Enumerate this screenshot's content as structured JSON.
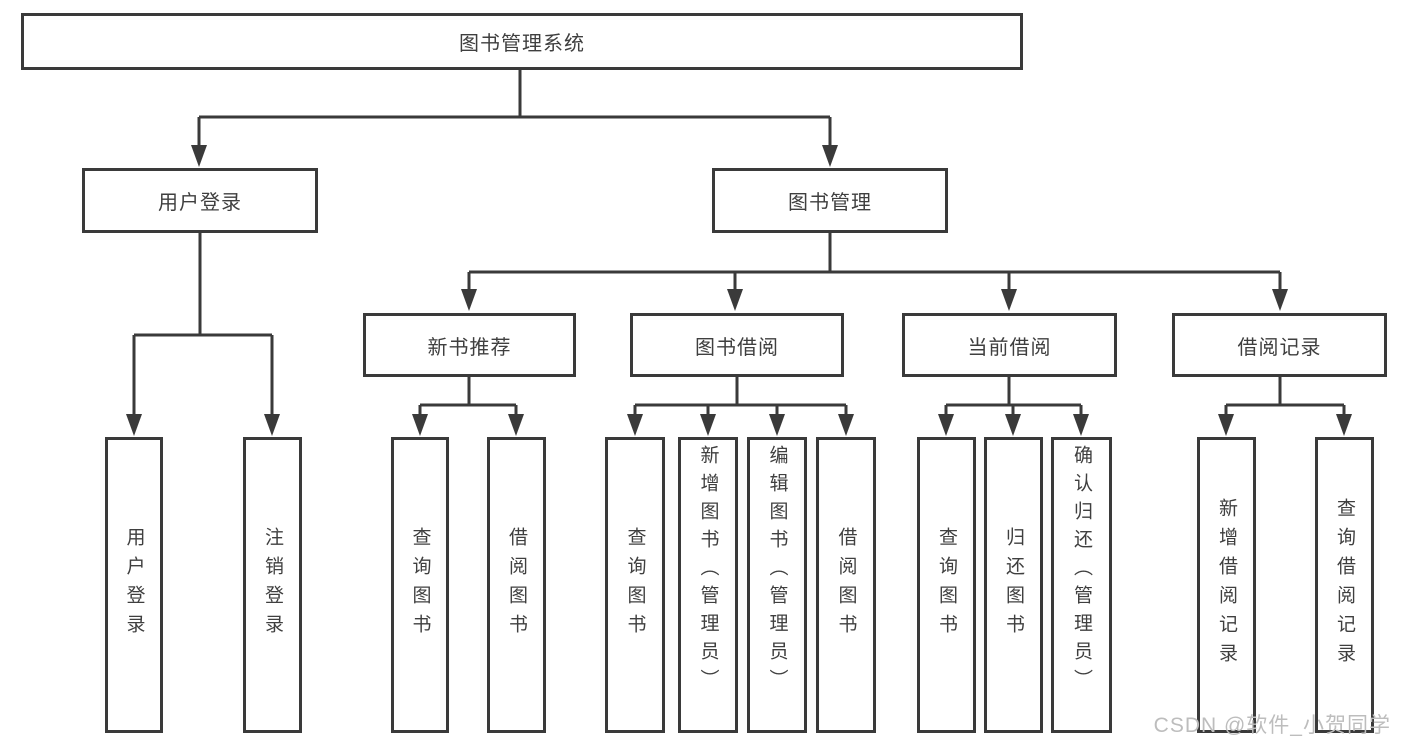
{
  "diagram": {
    "root": {
      "label": "图书管理系统"
    },
    "level2": [
      {
        "label": "用户登录",
        "children": [
          {
            "label": "用户登录"
          },
          {
            "label": "注销登录"
          }
        ]
      },
      {
        "label": "图书管理",
        "children": [
          {
            "label": "新书推荐",
            "children": [
              {
                "label": "查询图书"
              },
              {
                "label": "借阅图书"
              }
            ]
          },
          {
            "label": "图书借阅",
            "children": [
              {
                "label": "查询图书"
              },
              {
                "label": "新增图书（管理员）"
              },
              {
                "label": "编辑图书（管理员）"
              },
              {
                "label": "借阅图书"
              }
            ]
          },
          {
            "label": "当前借阅",
            "children": [
              {
                "label": "查询图书"
              },
              {
                "label": "归还图书"
              },
              {
                "label": "确认归还（管理员）"
              }
            ]
          },
          {
            "label": "借阅记录",
            "children": [
              {
                "label": "新增借阅记录"
              },
              {
                "label": "查询借阅记录"
              }
            ]
          }
        ]
      }
    ]
  },
  "watermark": {
    "text": "CSDN @软件_小贺同学"
  },
  "colors": {
    "line": "#3a3a3a",
    "box_border": "#3a3a3a",
    "text": "#3f3f3f",
    "watermark": "#bdbdbd",
    "background": "#ffffff"
  }
}
